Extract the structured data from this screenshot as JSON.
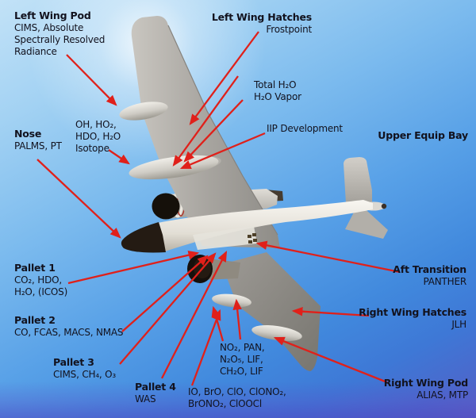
{
  "colors": {
    "arrow": "#e0201a",
    "text": "#12121e",
    "sky_top": "#c2e2f7",
    "sky_bottom": "#5a62c4",
    "airframe_gray": "#a8a5a0",
    "fuselage_white": "#f5f3ee",
    "nose_black": "#241b13"
  },
  "labels": {
    "left_wing_pod": {
      "title": "Left Wing Pod",
      "lines": [
        "CIMS, Absolute",
        "Spectrally Resolved",
        "Radiance"
      ]
    },
    "left_wing_hatches": {
      "title": "Left Wing Hatches",
      "lines": [
        "Frostpoint"
      ]
    },
    "total_h2o": {
      "lines": [
        "Total H₂O",
        "H₂O Vapor"
      ]
    },
    "iip": {
      "lines": [
        "IIP Development"
      ]
    },
    "upper_equip_bay": {
      "title": "Upper Equip Bay"
    },
    "nose": {
      "title": "Nose",
      "lines": [
        "PALMS, PT"
      ]
    },
    "oh_isotope": {
      "lines": [
        "OH, HO₂,",
        "HDO, H₂O",
        "Isotope"
      ]
    },
    "pallet1": {
      "title": "Pallet 1",
      "lines": [
        "CO₂, HDO,",
        "H₂O, (ICOS)"
      ]
    },
    "pallet2": {
      "title": "Pallet 2",
      "lines": [
        "CO, FCAS, MACS, NMAS"
      ]
    },
    "pallet3": {
      "title": "Pallet 3",
      "lines": [
        "CIMS, CH₄, O₃"
      ]
    },
    "pallet4": {
      "title": "Pallet 4",
      "lines": [
        "WAS"
      ]
    },
    "no2_group": {
      "lines": [
        "NO₂, PAN,",
        "N₂O₅, LIF,",
        "CH₂O, LIF"
      ]
    },
    "io_group": {
      "lines": [
        "IO, BrO, ClO, ClONO₂,",
        "BrONO₂, ClOOCl"
      ]
    },
    "aft_transition": {
      "title": "Aft Transition",
      "lines": [
        "PANTHER"
      ]
    },
    "right_wing_hatches": {
      "title": "Right Wing Hatches",
      "lines": [
        "JLH"
      ]
    },
    "right_wing_pod": {
      "title": "Right Wing Pod",
      "lines": [
        "ALIAS, MTP"
      ]
    }
  }
}
